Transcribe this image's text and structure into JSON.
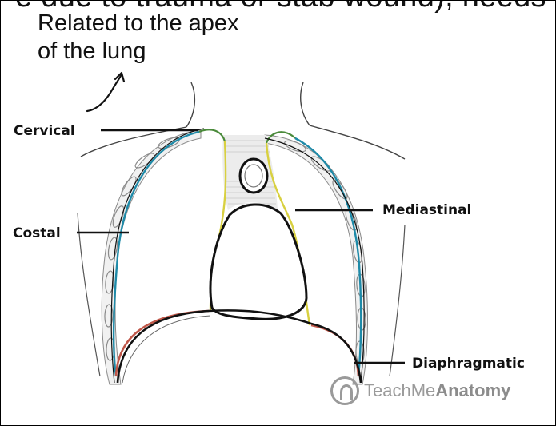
{
  "header": {
    "cut_text": "e due to trauma or stab wound), needs"
  },
  "annotation": {
    "line1": "Related to the apex",
    "line2": "of the lung"
  },
  "labels": {
    "cervical": "Cervical",
    "costal": "Costal",
    "mediastinal": "Mediastinal",
    "diaphragmatic": "Diaphragmatic"
  },
  "watermark": {
    "prefix": "TeachMe",
    "emphasis": "Anatomy"
  },
  "colors": {
    "cervical": "#4a8a3a",
    "costal": "#1e8aa8",
    "mediastinal": "#d8d040",
    "diaphragmatic": "#c0584a",
    "outline": "#111111",
    "rib": "#8a8a8a"
  }
}
